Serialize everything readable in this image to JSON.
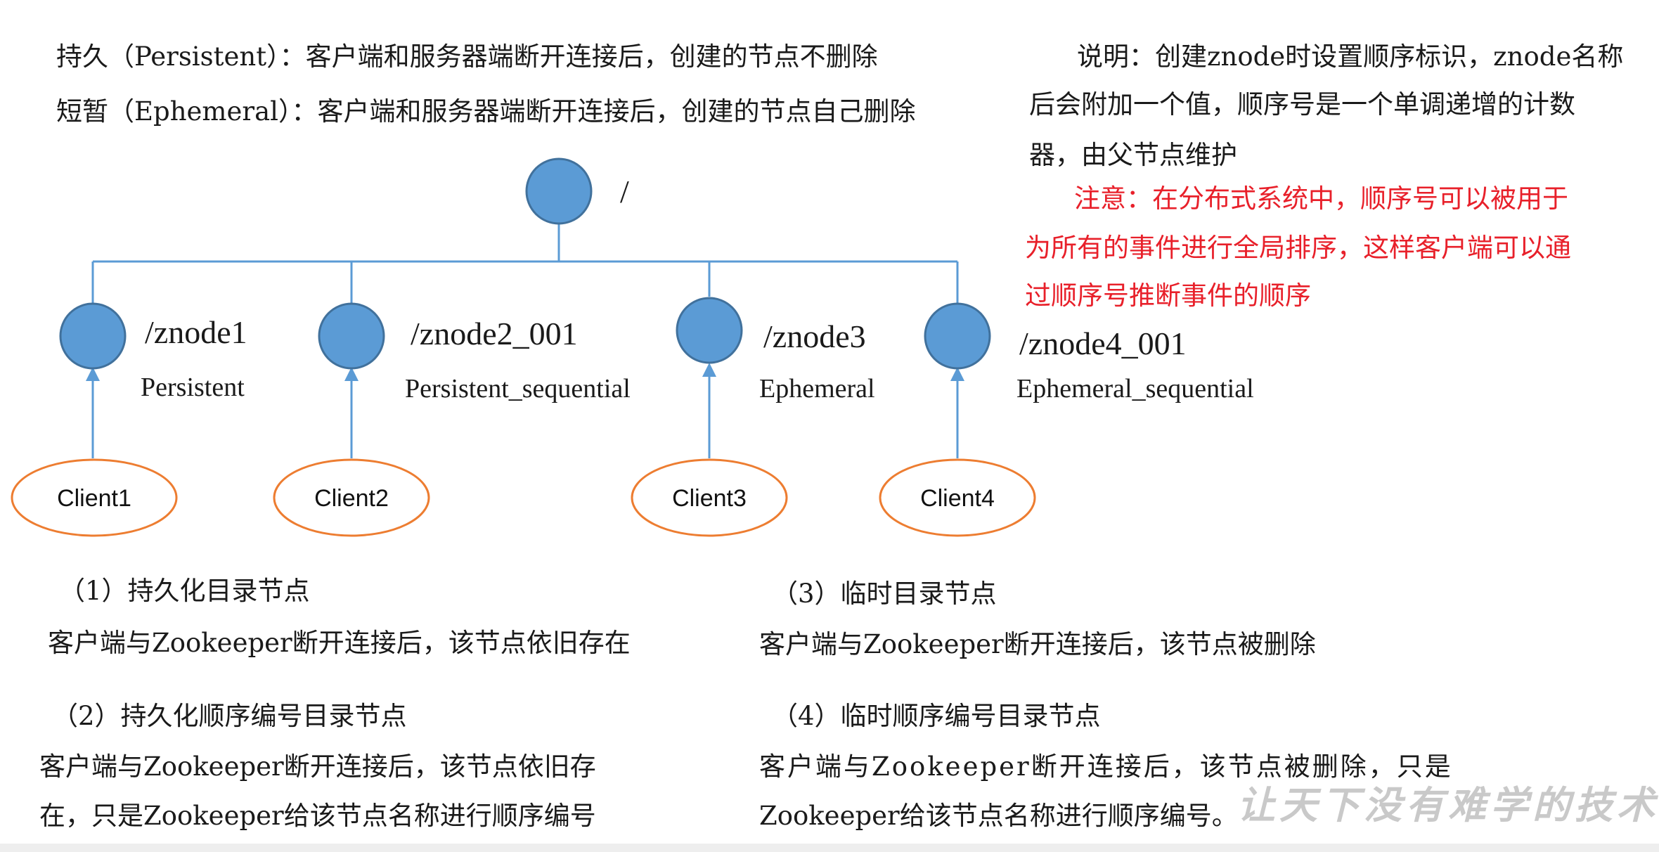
{
  "header": {
    "persistent_line": "持久（Persistent）：客户端和服务器端断开连接后，创建的节点不删除",
    "ephemeral_line": "短暂（Ephemeral）：客户端和服务器端断开连接后，创建的节点自己删除"
  },
  "note": {
    "line1": "说明：创建znode时设置顺序标识，znode名称",
    "line2": "后会附加一个值，顺序号是一个单调递增的计数",
    "line3": "器，由父节点维护",
    "warn1": "注意：在分布式系统中，顺序号可以被用于",
    "warn2": "为所有的事件进行全局排序，这样客户端可以通",
    "warn3": "过顺序号推断事件的顺序"
  },
  "tree": {
    "root_label": "/",
    "nodes": [
      {
        "name": "/znode1",
        "type": "Persistent",
        "client": "Client1"
      },
      {
        "name": "/znode2_001",
        "type": "Persistent_sequential",
        "client": "Client2"
      },
      {
        "name": "/znode3",
        "type": "Ephemeral",
        "client": "Client3"
      },
      {
        "name": "/znode4_001",
        "type": "Ephemeral_sequential",
        "client": "Client4"
      }
    ]
  },
  "colors": {
    "node_fill": "#5b9bd5",
    "node_stroke": "#41719c",
    "edge": "#5b9bd5",
    "client_stroke": "#ed7d31",
    "warning_text": "#e8202a"
  },
  "descriptions": {
    "d1_title": "（1）持久化目录节点",
    "d1_text": "客户端与Zookeeper断开连接后，该节点依旧存在",
    "d2_title": "（2）持久化顺序编号目录节点",
    "d2_text1": "客户端与Zookeeper断开连接后，该节点依旧存",
    "d2_text2": "在，只是Zookeeper给该节点名称进行顺序编号",
    "d3_title": "（3）临时目录节点",
    "d3_text": "客户端与Zookeeper断开连接后，该节点被删除",
    "d4_title": "（4）临时顺序编号目录节点",
    "d4_text1": "客户端与Zookeeper断开连接后，该节点被删除，只是",
    "d4_text2": "Zookeeper给该节点名称进行顺序编号。"
  },
  "watermark": "让天下没有难学的技术"
}
